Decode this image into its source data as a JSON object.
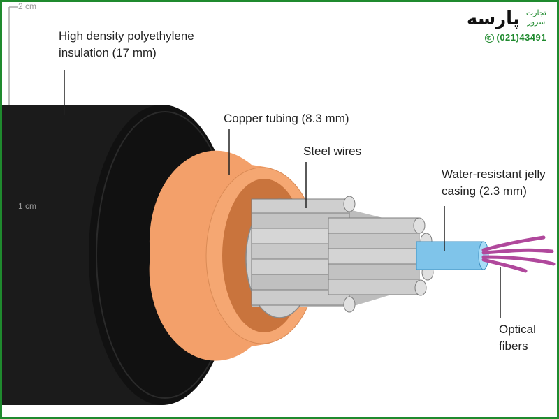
{
  "scale": {
    "top": "2 cm",
    "middle": "1 cm"
  },
  "labels": {
    "insulation_line1": "High density polyethylene",
    "insulation_line2": "insulation (17 mm)",
    "copper": "Copper tubing (8.3 mm)",
    "steel": "Steel wires",
    "jelly_line1": "Water-resistant jelly",
    "jelly_line2": "casing (2.3 mm)",
    "fibers_line1": "Optical",
    "fibers_line2": "fibers"
  },
  "brand": {
    "name": "پارسه",
    "sub_line1": "تجارت",
    "sub_line2": "سرور",
    "phone": "(021)43491",
    "phone_icon": "whatsapp-icon"
  },
  "colors": {
    "insulation": "#1b1b1b",
    "copper": "#f3a06a",
    "steel": "#c8c8c8",
    "jelly": "#7fc4ea",
    "fibers": "#b0489c",
    "brand_green": "#1f8a2e"
  }
}
